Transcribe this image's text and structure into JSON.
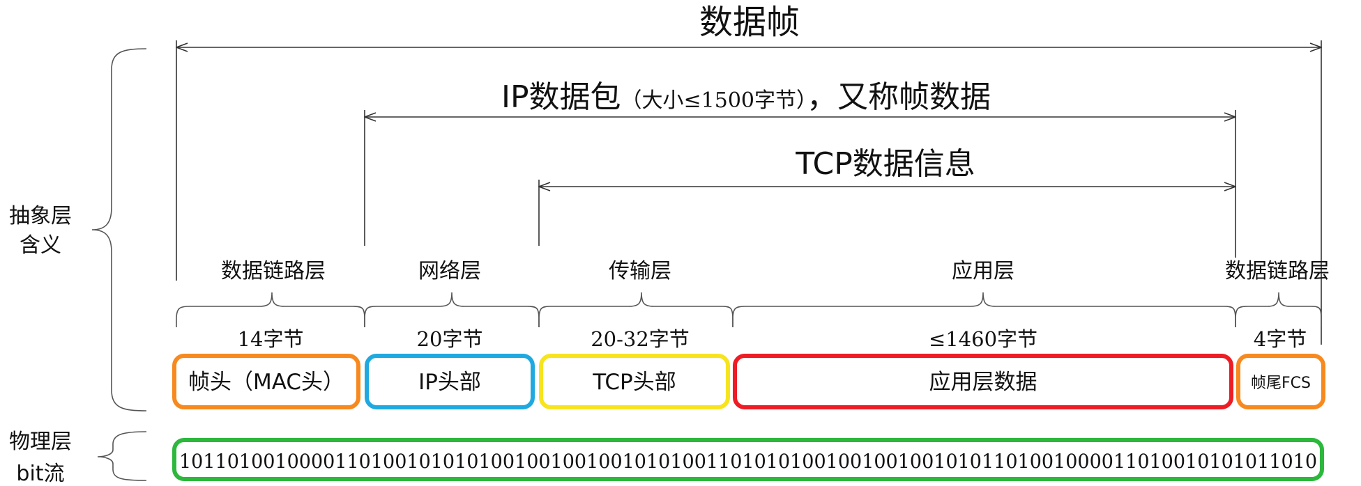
{
  "titles": {
    "frame": "数据帧",
    "ip_packet_main": "IP数据包",
    "ip_packet_paren": "（大小≤1500字节）",
    "ip_packet_tail": "，又称帧数据",
    "tcp_info": "TCP数据信息"
  },
  "side_labels": {
    "abstract_line1": "抽象层",
    "abstract_line2": "含义",
    "physical_line1": "物理层",
    "physical_line2": "bit流"
  },
  "segments": [
    {
      "layer": "数据链路层",
      "bytes": "14字节",
      "label": "帧头（MAC头）",
      "color": "#F7891E"
    },
    {
      "layer": "网络层",
      "bytes": "20字节",
      "label": "IP头部",
      "color": "#1FA9E1"
    },
    {
      "layer": "传输层",
      "bytes": "20-32字节",
      "label": "TCP头部",
      "color": "#F7E41E"
    },
    {
      "layer": "应用层",
      "bytes": "≤1460字节",
      "label": "应用层数据",
      "color": "#EE1C24"
    },
    {
      "layer": "数据链路层",
      "bytes": "4字节",
      "label": "帧尾FCS",
      "color": "#F7891E"
    }
  ],
  "bitstream": {
    "value": "10110100100001101001010101001001001001010100110101010010010010010101101001000011010010101011010",
    "color": "#2DB83D"
  }
}
